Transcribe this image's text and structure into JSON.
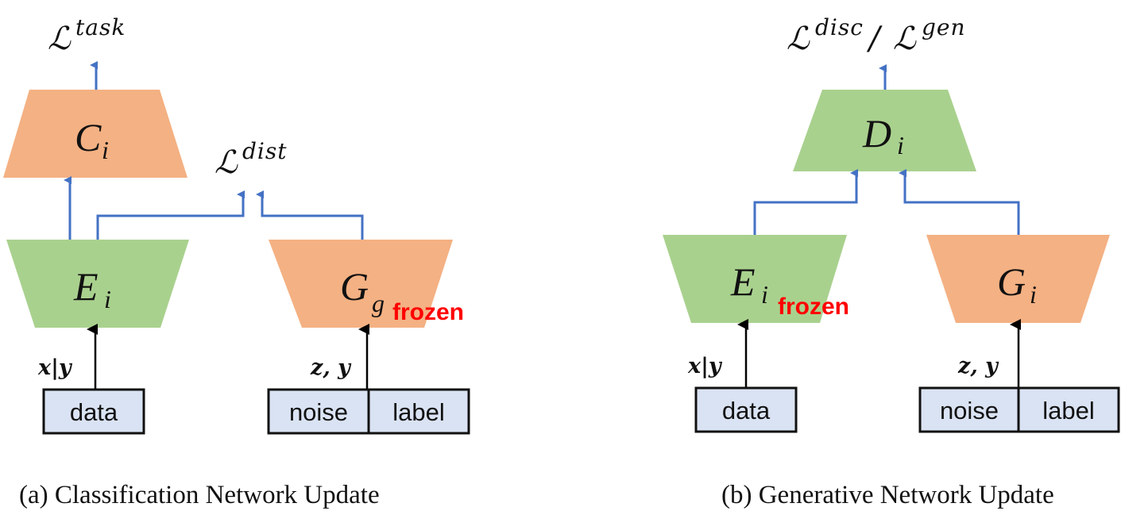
{
  "colors": {
    "orange": "#f4b183",
    "green": "#a9d18e",
    "box_fill": "#dae3f3",
    "arrow_blue": "#4472c4",
    "frozen_red": "#ff0000"
  },
  "panel_a": {
    "loss_task": {
      "base": "ℒ",
      "sup": "task"
    },
    "loss_dist": {
      "base": "ℒ",
      "sup": "dist"
    },
    "classifier": {
      "base": "C",
      "sub": "i"
    },
    "encoder": {
      "base": "E",
      "sub": "i"
    },
    "generator": {
      "base": "G",
      "sub": "g",
      "tag": "frozen"
    },
    "input_left": "x|y",
    "input_right": "z, y",
    "box_data": "data",
    "box_noise": "noise",
    "box_label": "label",
    "caption": "(a) Classification Network Update"
  },
  "panel_b": {
    "loss_disc": {
      "base": "ℒ",
      "sup": "disc"
    },
    "loss_sep": "/",
    "loss_gen": {
      "base": "ℒ",
      "sup": "gen"
    },
    "discriminator": {
      "base": "D",
      "sub": "i"
    },
    "encoder": {
      "base": "E",
      "sub": "i",
      "tag": "frozen"
    },
    "generator": {
      "base": "G",
      "sub": "i"
    },
    "input_left": "x|y",
    "input_right": "z, y",
    "box_data": "data",
    "box_noise": "noise",
    "box_label": "label",
    "caption": "(b) Generative Network Update"
  }
}
